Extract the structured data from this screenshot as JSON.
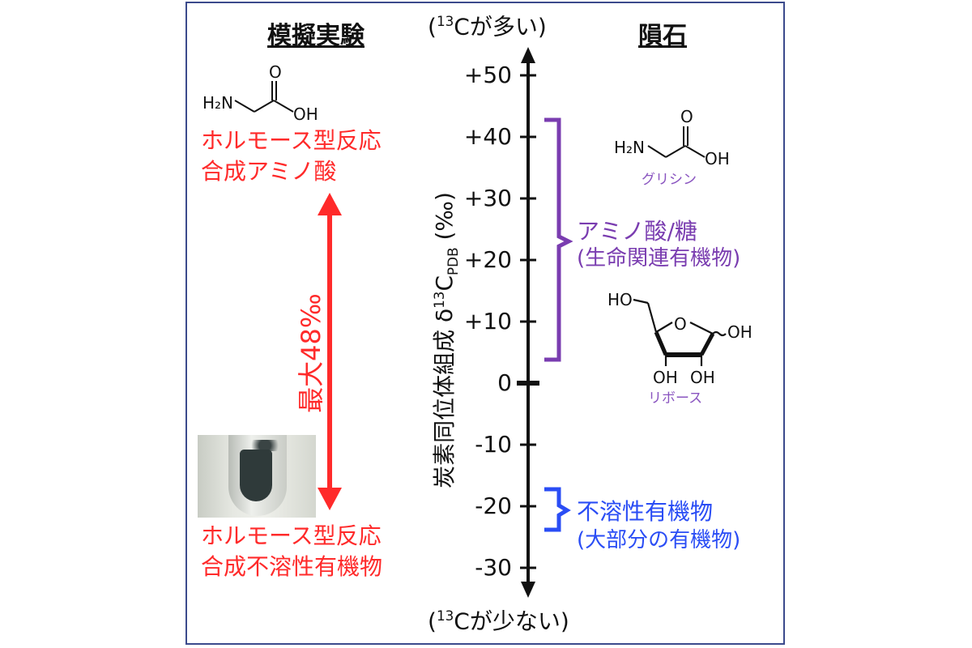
{
  "headings": {
    "left": "模擬実験",
    "right": "隕石"
  },
  "axis": {
    "top_label_pre": "(",
    "top_label_sup": "13",
    "top_label_post": "Cが多い)",
    "bottom_label_pre": "(",
    "bottom_label_sup": "13",
    "bottom_label_post": "Cが少ない)",
    "ylabel_pre": "炭素同位体組成 δ",
    "ylabel_sup": "13",
    "ylabel_c": "C",
    "ylabel_sub": "PDB",
    "ylabel_post": " (‰)",
    "ticks": [
      "+50",
      "+40",
      "+30",
      "+20",
      "+10",
      "0",
      "-10",
      "-20",
      "-30"
    ]
  },
  "left": {
    "amino_line1": "ホルモース型反応",
    "amino_line2": "合成アミノ酸",
    "insoluble_line1": "ホルモース型反応",
    "insoluble_line2": "合成不溶性有機物",
    "range_label": "最大48‰"
  },
  "right": {
    "amino_sugar_label": "アミノ酸/糖",
    "amino_sugar_sub": "(生命関連有機物)",
    "glycine_name": "グリシン",
    "ribose_name": "リボース",
    "insoluble_label": "不溶性有機物",
    "insoluble_sub": "(大部分の有機物)"
  },
  "molecules": {
    "glycine_left": {
      "amine": "H₂N",
      "carbonyl_o": "O",
      "hydroxyl": "OH"
    },
    "glycine_right": {
      "amine": "H₂N",
      "carbonyl_o": "O",
      "hydroxyl": "OH"
    },
    "ribose": {
      "ho": "HO",
      "ring_o": "O",
      "oh_right": "OH",
      "oh_bottom_left": "OH",
      "oh_bottom_right": "OH"
    }
  },
  "colors": {
    "red": "#ff2a2a",
    "purple": "#7a3db0",
    "blue": "#2a4df5",
    "frame": "#3b4a8c"
  }
}
